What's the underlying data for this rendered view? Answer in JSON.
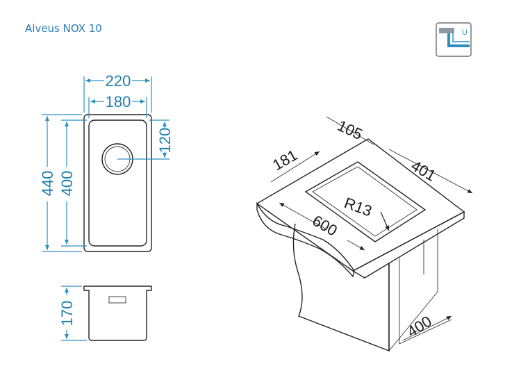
{
  "title": "Alveus NOX 10",
  "icon": {
    "name": "undermount-sink-icon",
    "label": "U",
    "accent": "#2b8fbf"
  },
  "colors": {
    "dimension": "#1d7eae",
    "outline": "#222222"
  },
  "top_view": {
    "width_outer": "220",
    "width_inner": "180",
    "height_outer": "440",
    "height_inner": "400",
    "drain_offset": "120"
  },
  "side_view": {
    "depth": "170"
  },
  "iso_view": {
    "back_depth": "105",
    "side": "181",
    "length": "401",
    "radius": "R13",
    "front": "600",
    "cabinet": "400"
  }
}
